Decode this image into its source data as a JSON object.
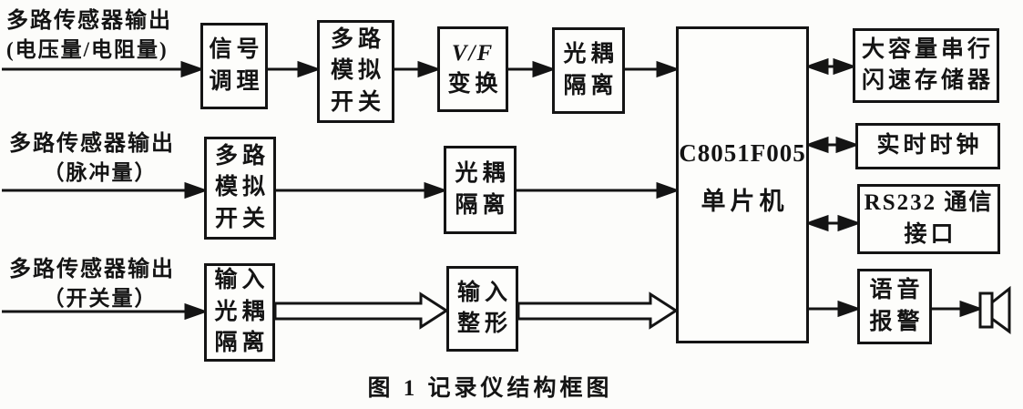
{
  "figure": {
    "caption": "图 1  记录仪结构框图",
    "ink_color": "#141414",
    "paper_color": "#fcfcfa"
  },
  "inputs": [
    {
      "line1": "多路传感器输出",
      "line2": "(电压量/电阻量)"
    },
    {
      "line1": "多路传感器输出",
      "line2": "（脉冲量）"
    },
    {
      "line1": "多路传感器输出",
      "line2": "（开关量）"
    }
  ],
  "blocks": {
    "signal_conditioning": [
      "信号",
      "调理"
    ],
    "analog_switch_1": [
      "多路",
      "模拟",
      "开关"
    ],
    "vf_convert": [
      "V/F",
      "变换"
    ],
    "opto_isolation_1": [
      "光耦",
      "隔离"
    ],
    "analog_switch_2": [
      "多路",
      "模拟",
      "开关"
    ],
    "opto_isolation_2": [
      "光耦",
      "隔离"
    ],
    "input_opto_isolation": [
      "输入",
      "光耦",
      "隔离"
    ],
    "input_shaping": [
      "输入",
      "整形"
    ],
    "mcu": [
      "C8051F005",
      "单片机"
    ],
    "flash_memory": [
      "大容量串行",
      "闪速存储器"
    ],
    "rtc": [
      "实时时钟"
    ],
    "rs232": [
      "RS232 通信",
      "接口"
    ],
    "voice_alarm": [
      "语音",
      "报警"
    ]
  },
  "icons": {
    "speaker": "loudspeaker"
  }
}
